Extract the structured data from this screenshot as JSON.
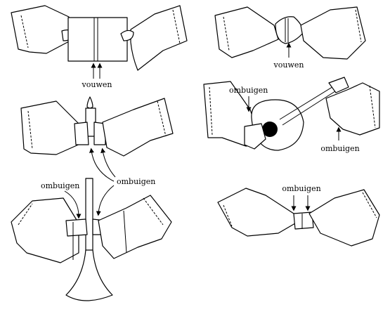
{
  "labels": {
    "panel1": "vouwen",
    "panel2": "vouwen",
    "panel3": "ombuigen",
    "panel4_top": "ombuigen",
    "panel4_right": "ombuigen",
    "panel5_left": "ombuigen",
    "panel5_right": "ombuigen",
    "panel6": "ombuigen"
  },
  "colors": {
    "line": "#000000",
    "background": "#ffffff"
  }
}
